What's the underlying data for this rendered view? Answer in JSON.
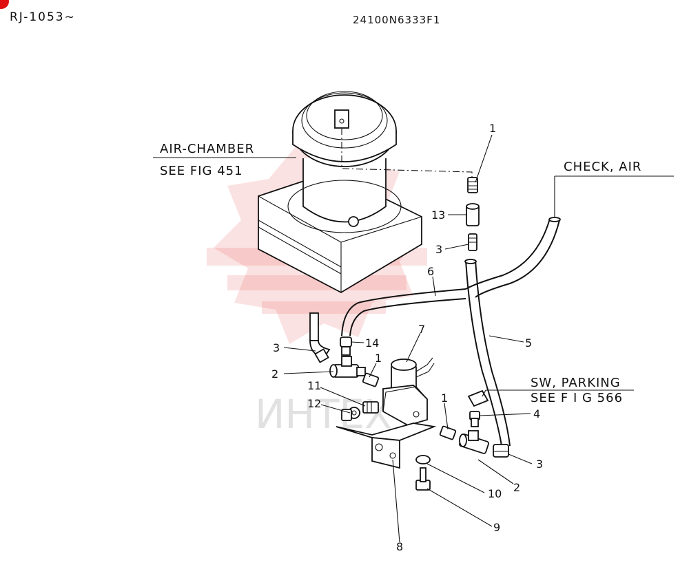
{
  "header": {
    "serial_range": "RJ-1053~",
    "part_number": "24100N6333F1"
  },
  "references": {
    "air_chamber": {
      "title": "AIR-CHAMBER",
      "see": "SEE  FIG 451"
    },
    "check_air": {
      "title": "CHECK, AIR"
    },
    "sw_parking": {
      "title": "SW, PARKING",
      "see": "SEE  F I G  566"
    }
  },
  "callouts": {
    "c1_top": "1",
    "c13": "13",
    "c3_top": "3",
    "c6": "6",
    "c5": "5",
    "c3_left": "3",
    "c14": "14",
    "c7": "7",
    "c2_left": "2",
    "c1_mid": "1",
    "c11": "11",
    "c12": "12",
    "c1_right": "1",
    "c4": "4",
    "c3_right": "3",
    "c2_right": "2",
    "c10": "10",
    "c9": "9",
    "c8": "8"
  },
  "watermark": {
    "text": "ИНТЕХ",
    "color": "#e84a4a"
  },
  "badge": {
    "color": "#e01010"
  }
}
